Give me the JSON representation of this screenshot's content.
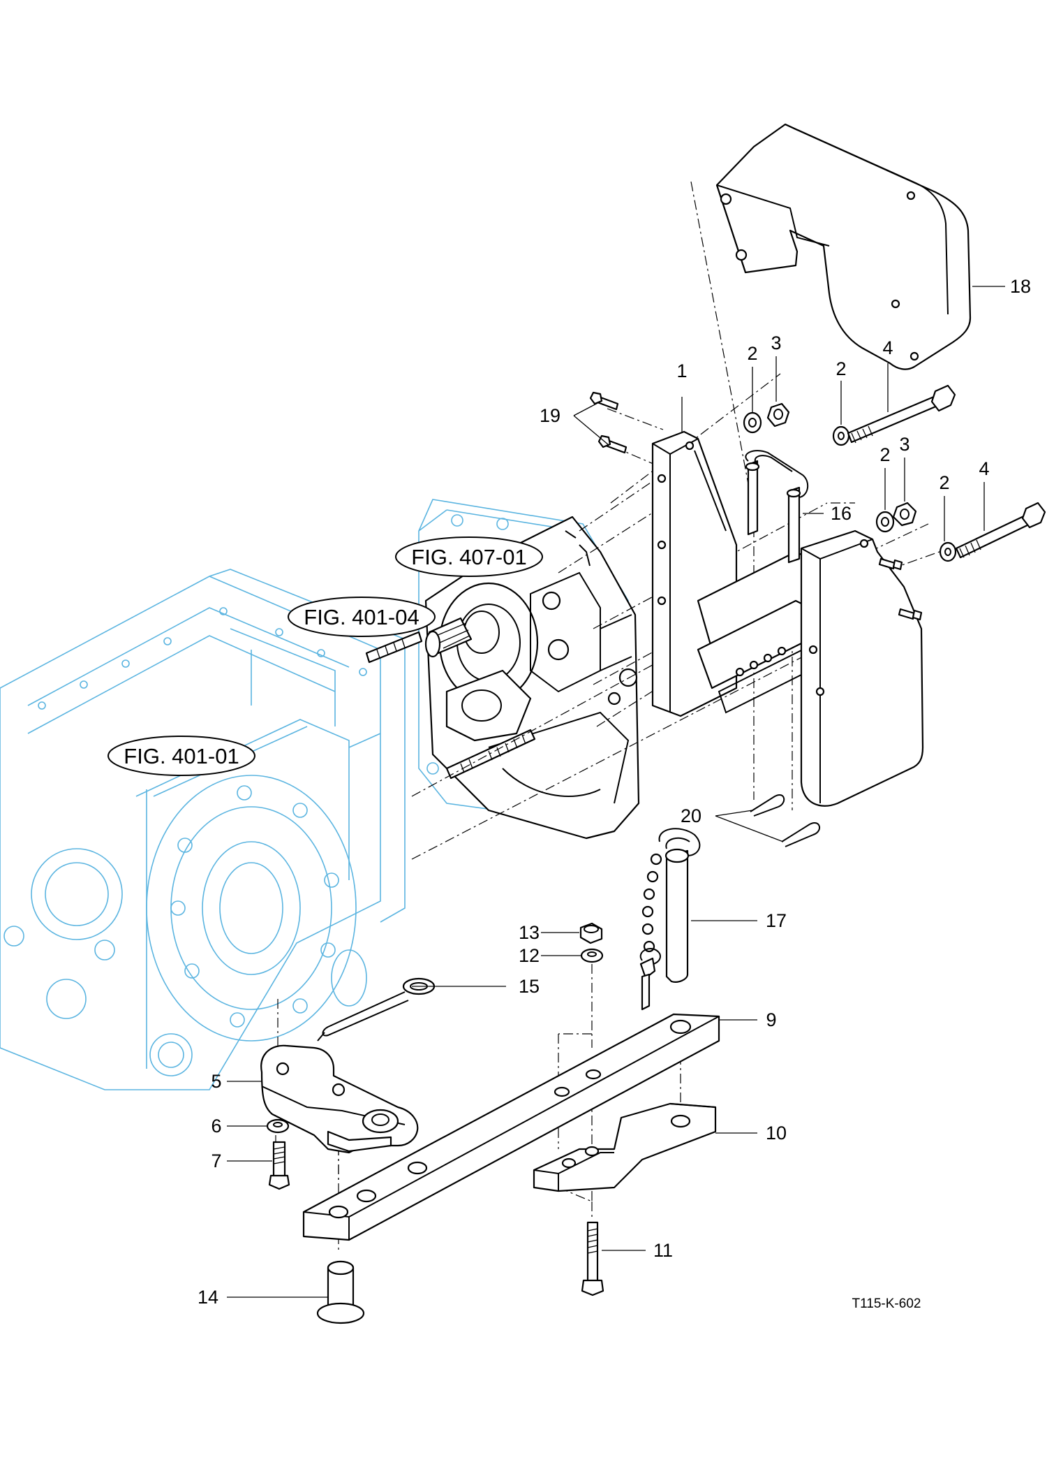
{
  "drawing_code": "T115-K-602",
  "figure_refs": [
    {
      "id": "fig-407",
      "label": "FIG. 407-01"
    },
    {
      "id": "fig-401-04",
      "label": "FIG. 401-04"
    },
    {
      "id": "fig-401-01",
      "label": "FIG. 401-01"
    }
  ],
  "callouts": [
    {
      "id": "c1",
      "label": "1"
    },
    {
      "id": "c2a",
      "label": "2"
    },
    {
      "id": "c3a",
      "label": "3"
    },
    {
      "id": "c2b",
      "label": "2"
    },
    {
      "id": "c4a",
      "label": "4"
    },
    {
      "id": "c2c",
      "label": "2"
    },
    {
      "id": "c3b",
      "label": "3"
    },
    {
      "id": "c2d",
      "label": "2"
    },
    {
      "id": "c4b",
      "label": "4"
    },
    {
      "id": "c5",
      "label": "5"
    },
    {
      "id": "c6",
      "label": "6"
    },
    {
      "id": "c7",
      "label": "7"
    },
    {
      "id": "c9",
      "label": "9"
    },
    {
      "id": "c10",
      "label": "10"
    },
    {
      "id": "c11",
      "label": "11"
    },
    {
      "id": "c12",
      "label": "12"
    },
    {
      "id": "c13",
      "label": "13"
    },
    {
      "id": "c14",
      "label": "14"
    },
    {
      "id": "c15",
      "label": "15"
    },
    {
      "id": "c16",
      "label": "16"
    },
    {
      "id": "c17",
      "label": "17"
    },
    {
      "id": "c18",
      "label": "18"
    },
    {
      "id": "c19",
      "label": "19"
    },
    {
      "id": "c20",
      "label": "20"
    }
  ],
  "colors": {
    "housing_outline": "#5ab4e0",
    "part_outline": "#000000",
    "background": "#ffffff"
  }
}
